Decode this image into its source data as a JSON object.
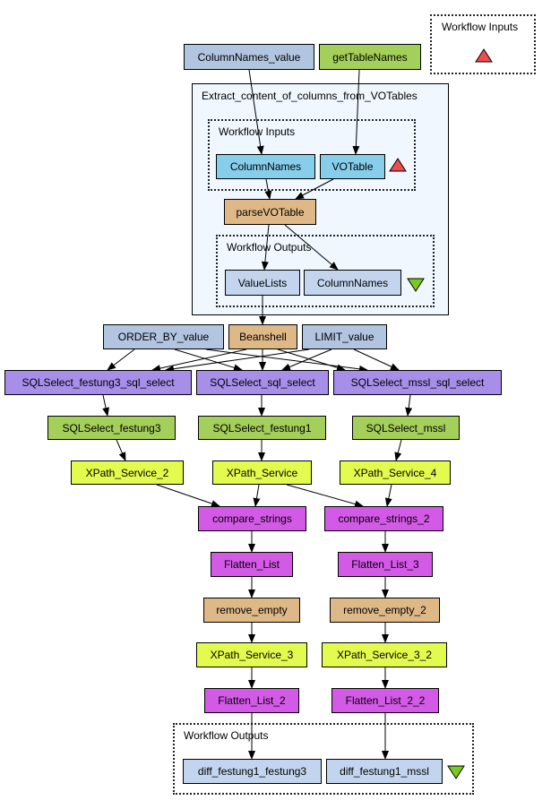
{
  "colors": {
    "value_node": "#b1c4e0",
    "local_service": "#a4cf5a",
    "input_port": "#87ceeb",
    "beanshell": "#deb887",
    "sql_select": "#a78ee9",
    "xpath": "#e3fb4f",
    "string_op": "#d35ae6",
    "output_port": "#c3d5ee",
    "input_triangle": "#ef4d4d",
    "output_triangle": "#77cc22"
  },
  "icons": {
    "input": "triangle-up-icon",
    "output": "triangle-down-icon"
  },
  "clusters": {
    "top_inputs": "Workflow Inputs",
    "nested_workflow": "Extract_content_of_columns_from_VOTables",
    "nested_inputs": "Workflow Inputs",
    "nested_outputs": "Workflow Outputs",
    "bottom_outputs": "Workflow Outputs"
  },
  "nodes": {
    "columnnames_value": "ColumnNames_value",
    "gettablenames": "getTableNames",
    "in_columnnames": "ColumnNames",
    "in_votable": "VOTable",
    "parsevotable": "parseVOTable",
    "valuelists": "ValueLists",
    "out_columnnames": "ColumnNames",
    "order_by_value": "ORDER_BY_value",
    "beanshell": "Beanshell",
    "limit_value": "LIMIT_value",
    "sqlselect_festung3_sql_select": "SQLSelect_festung3_sql_select",
    "sqlselect_sql_select": "SQLSelect_sql_select",
    "sqlselect_mssl_sql_select": "SQLSelect_mssl_sql_select",
    "sqlselect_festung3": "SQLSelect_festung3",
    "sqlselect_festung1": "SQLSelect_festung1",
    "sqlselect_mssl": "SQLSelect_mssl",
    "xpath_service_2": "XPath_Service_2",
    "xpath_service": "XPath_Service",
    "xpath_service_4": "XPath_Service_4",
    "compare_strings": "compare_strings",
    "compare_strings_2": "compare_strings_2",
    "flatten_list": "Flatten_List",
    "flatten_list_3": "Flatten_List_3",
    "remove_empty": "remove_empty",
    "remove_empty_2": "remove_empty_2",
    "xpath_service_3": "XPath_Service_3",
    "xpath_service_3_2": "XPath_Service_3_2",
    "flatten_list_2": "Flatten_List_2",
    "flatten_list_2_2": "Flatten_List_2_2",
    "diff_festung1_festung3": "diff_festung1_festung3",
    "diff_festung1_mssl": "diff_festung1_mssl"
  }
}
